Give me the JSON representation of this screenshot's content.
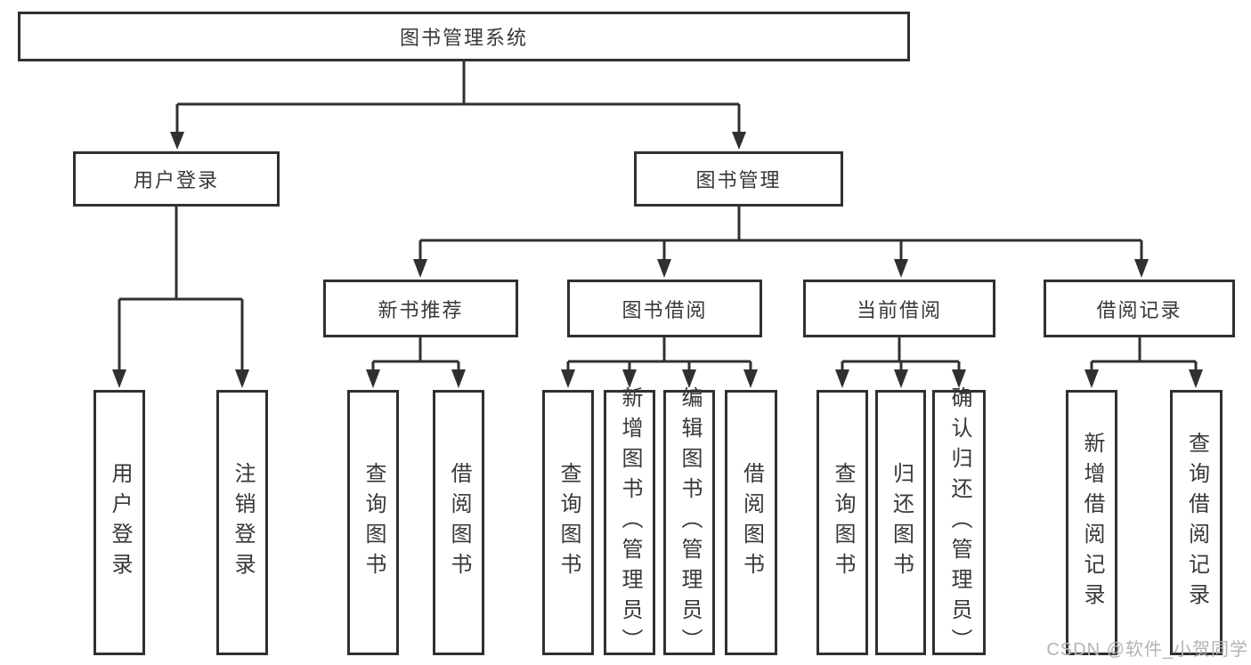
{
  "diagram_title": "图书管理系统",
  "tree": {
    "label": "图书管理系统",
    "children": [
      {
        "label": "用户登录",
        "children": [
          {
            "label": "用户登录"
          },
          {
            "label": "注销登录"
          }
        ]
      },
      {
        "label": "图书管理",
        "children": [
          {
            "label": "新书推荐",
            "children": [
              {
                "label": "查询图书"
              },
              {
                "label": "借阅图书"
              }
            ]
          },
          {
            "label": "图书借阅",
            "children": [
              {
                "label": "查询图书"
              },
              {
                "label": "新增图书（管理员）"
              },
              {
                "label": "编辑图书（管理员）"
              },
              {
                "label": "借阅图书"
              }
            ]
          },
          {
            "label": "当前借阅",
            "children": [
              {
                "label": "查询图书"
              },
              {
                "label": "归还图书"
              },
              {
                "label": "确认归还（管理员）"
              }
            ]
          },
          {
            "label": "借阅记录",
            "children": [
              {
                "label": "新增借阅记录"
              },
              {
                "label": "查询借阅记录"
              }
            ]
          }
        ]
      }
    ]
  },
  "watermark": "CSDN @软件_小贺同学",
  "colors": {
    "line": "#303030",
    "text": "#383838",
    "watermark": "#b3b3b3",
    "background": "#ffffff"
  }
}
